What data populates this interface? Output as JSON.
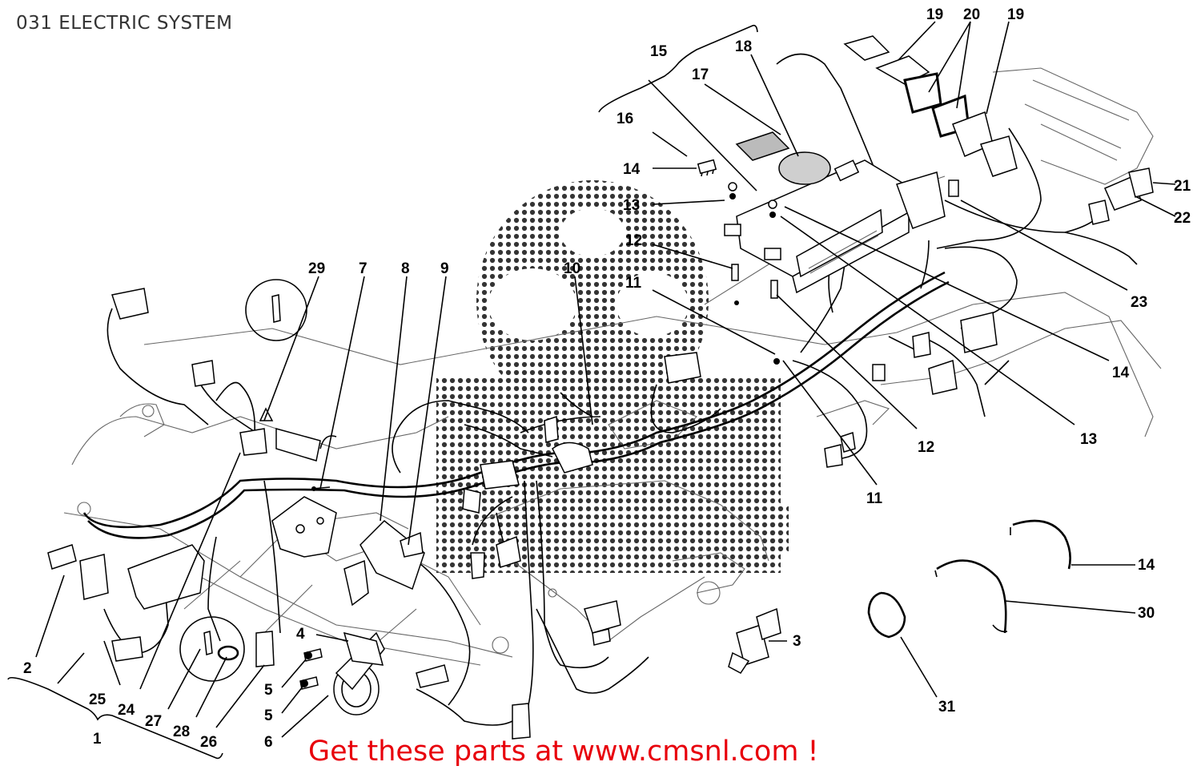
{
  "title": "031 ELECTRIC SYSTEM",
  "footer": "Get these parts at www.cmsnl.com !",
  "callouts": [
    {
      "key": "c1",
      "label": "1"
    },
    {
      "key": "c2",
      "label": "2"
    },
    {
      "key": "c3",
      "label": "3"
    },
    {
      "key": "c4",
      "label": "4"
    },
    {
      "key": "c5a",
      "label": "5"
    },
    {
      "key": "c5b",
      "label": "5"
    },
    {
      "key": "c6",
      "label": "6"
    },
    {
      "key": "c7",
      "label": "7"
    },
    {
      "key": "c8",
      "label": "8"
    },
    {
      "key": "c9",
      "label": "9"
    },
    {
      "key": "c10",
      "label": "10"
    },
    {
      "key": "c11a",
      "label": "11"
    },
    {
      "key": "c11b",
      "label": "11"
    },
    {
      "key": "c12a",
      "label": "12"
    },
    {
      "key": "c12b",
      "label": "12"
    },
    {
      "key": "c13a",
      "label": "13"
    },
    {
      "key": "c13b",
      "label": "13"
    },
    {
      "key": "c14a",
      "label": "14"
    },
    {
      "key": "c14b",
      "label": "14"
    },
    {
      "key": "c14c",
      "label": "14"
    },
    {
      "key": "c15",
      "label": "15"
    },
    {
      "key": "c16",
      "label": "16"
    },
    {
      "key": "c17",
      "label": "17"
    },
    {
      "key": "c18",
      "label": "18"
    },
    {
      "key": "c19a",
      "label": "19"
    },
    {
      "key": "c19b",
      "label": "19"
    },
    {
      "key": "c20",
      "label": "20"
    },
    {
      "key": "c21",
      "label": "21"
    },
    {
      "key": "c22",
      "label": "22"
    },
    {
      "key": "c23",
      "label": "23"
    },
    {
      "key": "c24",
      "label": "24"
    },
    {
      "key": "c25",
      "label": "25"
    },
    {
      "key": "c26",
      "label": "26"
    },
    {
      "key": "c27",
      "label": "27"
    },
    {
      "key": "c28",
      "label": "28"
    },
    {
      "key": "c29",
      "label": "29"
    },
    {
      "key": "c30",
      "label": "30"
    },
    {
      "key": "c31",
      "label": "31"
    }
  ],
  "colors": {
    "footer": "#e8000b",
    "line": "#000000",
    "frame": "#666666"
  }
}
